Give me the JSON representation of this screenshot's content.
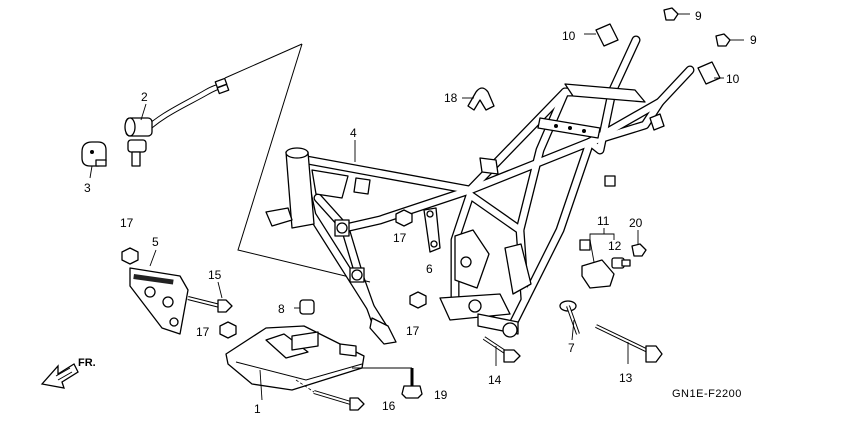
{
  "diagram_code": "GN1E-F2200",
  "direction_mark": "FR.",
  "callouts": {
    "p1": "1",
    "p2": "2",
    "p3": "3",
    "p4": "4",
    "p5": "5",
    "p6": "6",
    "p7": "7",
    "p8": "8",
    "p9a": "9",
    "p9b": "9",
    "p10a": "10",
    "p10b": "10",
    "p11": "11",
    "p12": "12",
    "p13": "13",
    "p14": "14",
    "p15": "15",
    "p16": "16",
    "p17a": "17",
    "p17b": "17",
    "p17c": "17",
    "p17d": "17",
    "p18": "18",
    "p19": "19",
    "p20": "20"
  }
}
